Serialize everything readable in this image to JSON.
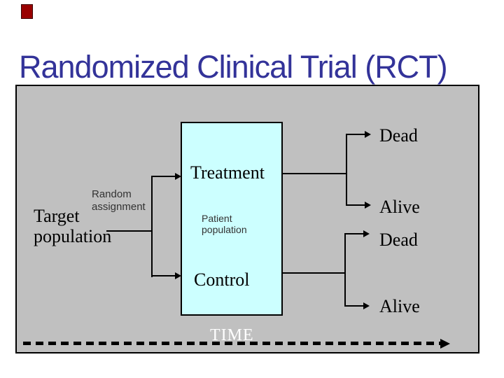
{
  "slide": {
    "title": "Randomized Clinical Trial (RCT)"
  },
  "diagram": {
    "left": {
      "random_assignment_label": "Random assignment",
      "target_population_label": "Target population"
    },
    "center_box": {
      "treatment_label": "Treatment",
      "patient_population_label": "Patient population",
      "control_label": "Control"
    },
    "outcomes": {
      "treatment_dead": "Dead",
      "treatment_alive": "Alive",
      "control_dead": "Dead",
      "control_alive": "Alive"
    },
    "time_axis": {
      "label": "TIME"
    }
  },
  "colors": {
    "title_color": "#333399",
    "accent_red": "#990000",
    "panel_bg": "#c0c0c0",
    "center_box_bg": "#ccffff",
    "line_color": "#000000",
    "text_color": "#000000",
    "time_label_color": "#ffffff"
  }
}
